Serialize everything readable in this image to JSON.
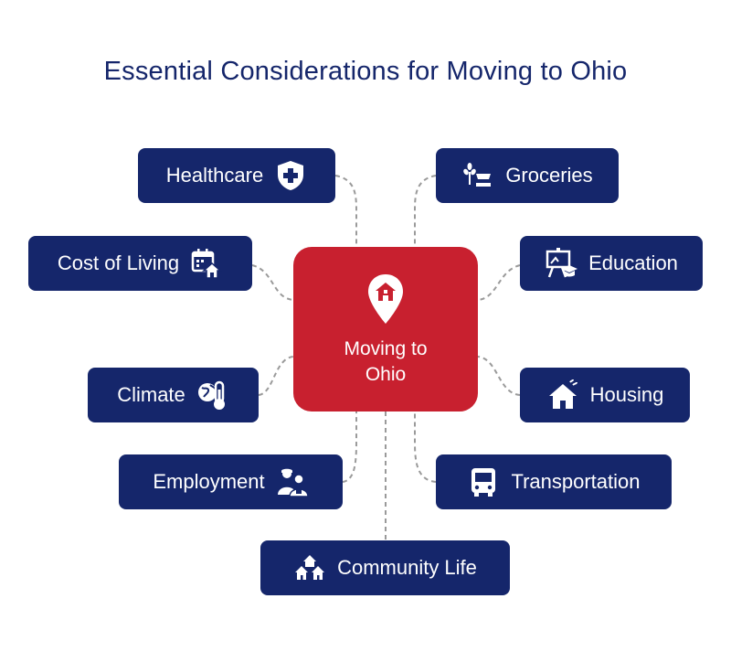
{
  "title": "Essential Considerations for Moving to Ohio",
  "center": {
    "label": "Moving to Ohio",
    "icon": "house-pin-icon"
  },
  "nodes": {
    "healthcare": {
      "label": "Healthcare",
      "icon": "shield-cross-icon"
    },
    "groceries": {
      "label": "Groceries",
      "icon": "grocery-stand-icon"
    },
    "cost_of_living": {
      "label": "Cost of Living",
      "icon": "calendar-house-icon"
    },
    "education": {
      "label": "Education",
      "icon": "whiteboard-cap-icon"
    },
    "climate": {
      "label": "Climate",
      "icon": "globe-thermometer-icon"
    },
    "housing": {
      "label": "Housing",
      "icon": "house-icon"
    },
    "employment": {
      "label": "Employment",
      "icon": "workers-icon"
    },
    "transportation": {
      "label": "Transportation",
      "icon": "bus-icon"
    },
    "community_life": {
      "label": "Community Life",
      "icon": "community-houses-icon"
    }
  },
  "colors": {
    "navy": "#15266b",
    "red": "#c8202f",
    "connector": "#9a9a9a"
  }
}
